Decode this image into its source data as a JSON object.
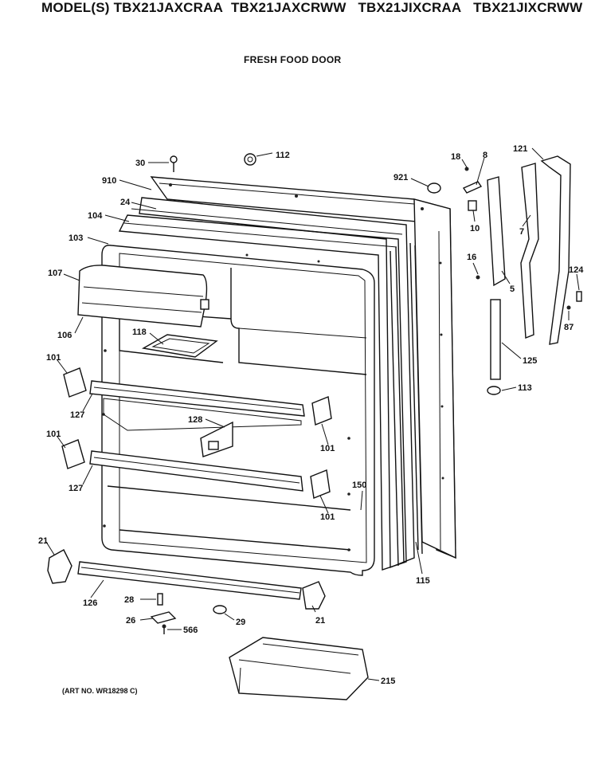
{
  "header": {
    "models_prefix": "MODEL(S)",
    "models": [
      "TBX21JAXCRAA",
      "TBX21JAXCRWW",
      "TBX21JIXCRAA",
      "TBX21JIXCRWW"
    ]
  },
  "section_title": "FRESH FOOD DOOR",
  "art_number": "(ART NO. WR18298 C)",
  "part_labels": {
    "p30": "30",
    "p112": "112",
    "p910": "910",
    "p24": "24",
    "p104": "104",
    "p103": "103",
    "p107": "107",
    "p106": "106",
    "p118": "118",
    "p101a": "101",
    "p127a": "127",
    "p101b": "101",
    "p127b": "127",
    "p128": "128",
    "p101c": "101",
    "p101d": "101",
    "p150": "150",
    "p21a": "21",
    "p126": "126",
    "p28": "28",
    "p26": "26",
    "p566": "566",
    "p29": "29",
    "p21b": "21",
    "p215": "215",
    "p115": "115",
    "p18": "18",
    "p8": "8",
    "p921": "921",
    "p10": "10",
    "p16": "16",
    "p5": "5",
    "p121": "121",
    "p7": "7",
    "p124": "124",
    "p87": "87",
    "p125": "125",
    "p113": "113"
  }
}
